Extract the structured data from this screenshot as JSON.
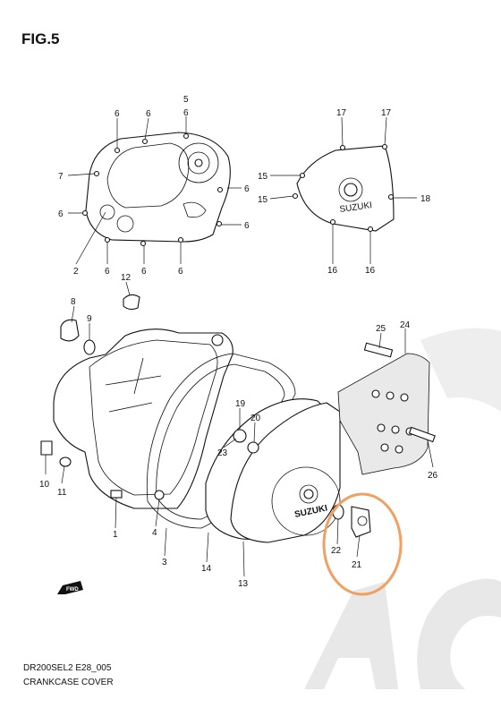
{
  "figure": {
    "title": "FIG.5",
    "model_code": "DR200SEL2 E28_005",
    "caption": "CRANKCASE COVER",
    "case_marking_small": "SUZUKI",
    "case_marking_large": "SUZUKI",
    "direction_marker": "FWD",
    "highlight_color": "#f0a060",
    "watermark_color": "#e6e6e6"
  },
  "callouts": {
    "c1": "1",
    "c2": "2",
    "c3": "3",
    "c4": "4",
    "c5": "5",
    "c6": "6",
    "c7": "7",
    "c8": "8",
    "c9": "9",
    "c10": "10",
    "c11": "11",
    "c12": "12",
    "c13": "13",
    "c14": "14",
    "c15": "15",
    "c16": "16",
    "c17": "17",
    "c18": "18",
    "c19": "19",
    "c20": "20",
    "c21": "21",
    "c22": "22",
    "c23": "23",
    "c24": "24",
    "c25": "25",
    "c26": "26"
  }
}
